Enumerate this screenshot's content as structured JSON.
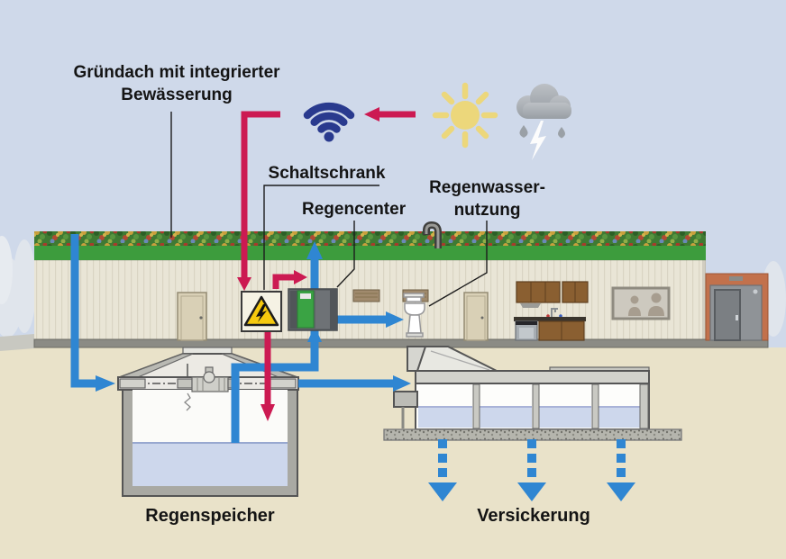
{
  "labels": {
    "green_roof_line1": "Gründach mit integrierter",
    "green_roof_line2": "Bewässerung",
    "control_cabinet": "Schaltschrank",
    "rain_center": "Regencenter",
    "rainwater_use_line1": "Regenwasser-",
    "rainwater_use_line2": "nutzung",
    "storage_tank": "Regenspeicher",
    "infiltration": "Versickerung"
  },
  "colors": {
    "arrow_blue": "#2f86d2",
    "arrow_red": "#cc1a52",
    "roof_green": "#3d9c3d",
    "wifi_navy": "#293a8e",
    "sun_yellow": "#ecd77b",
    "cloud_gray": "#a6abb1",
    "warning_yellow": "#f6c90e",
    "rain_center_green": "#3aa344",
    "annex_orange": "#c2714c",
    "sky": "#cfd9ea",
    "ground": "#e9e2c9",
    "water": "#cdd7ec"
  },
  "icons": {
    "wifi": "wifi-icon",
    "sun": "sun-icon",
    "storm_cloud": "storm-cloud-icon",
    "warning": "high-voltage-warning-icon",
    "toilet": "toilet-icon",
    "vent_pipe": "roof-vent-icon"
  }
}
